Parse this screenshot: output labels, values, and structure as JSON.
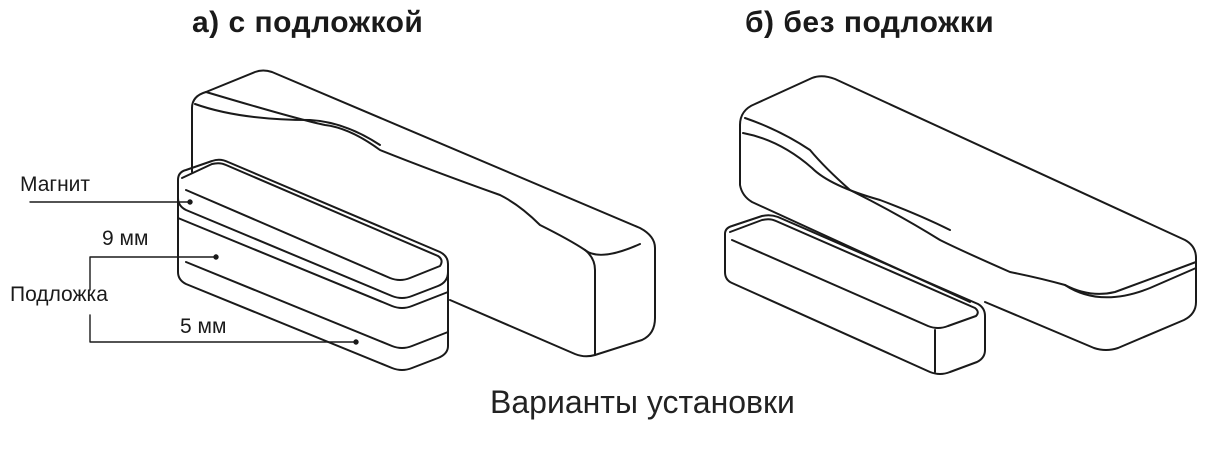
{
  "panels": {
    "a": {
      "title": "а) с подложкой"
    },
    "b": {
      "title": "б) без подложки"
    }
  },
  "callouts": {
    "magnet": "Магнит",
    "magnet_height": "9 мм",
    "pad": "Подложка",
    "pad_height": "5 мм"
  },
  "caption": "Варианты установки",
  "colors": {
    "line": "#1a1a1a",
    "background": "#ffffff"
  }
}
